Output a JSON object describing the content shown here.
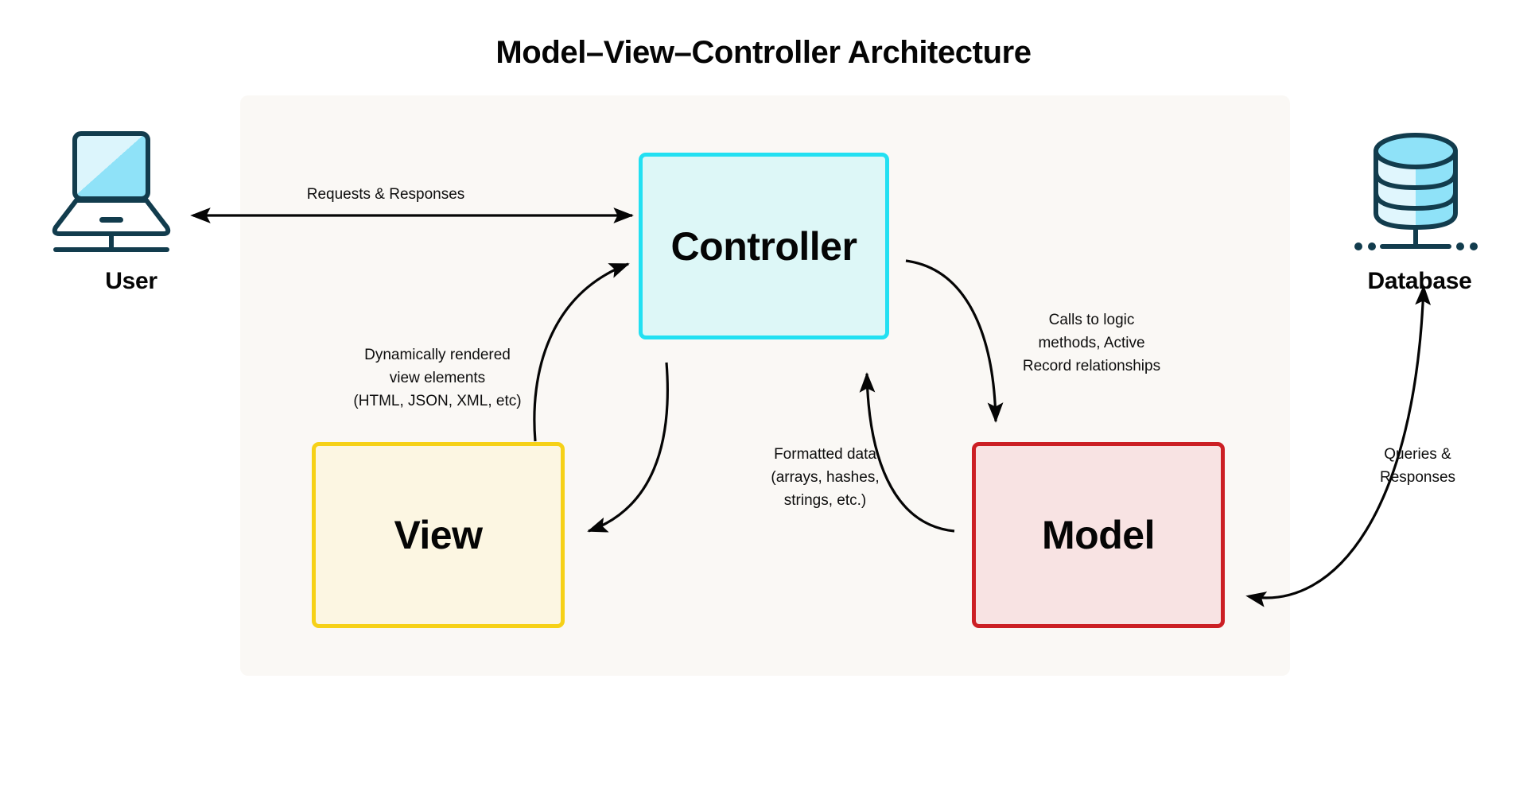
{
  "diagram": {
    "title": "Model–View–Controller Architecture",
    "panel_color": "#FAF8F5",
    "nodes": [
      {
        "id": "controller",
        "label": "Controller",
        "border_color": "#22E0F2",
        "fill_color": "#DDF7F7"
      },
      {
        "id": "view",
        "label": "View",
        "border_color": "#F6D117",
        "fill_color": "#FCF6E2"
      },
      {
        "id": "model",
        "label": "Model",
        "border_color": "#CC1F24",
        "fill_color": "#F8E3E3"
      }
    ],
    "external_nodes": [
      {
        "id": "user",
        "label": "User",
        "icon": "laptop-icon",
        "icon_outline_color": "#123C4D",
        "icon_screen_color": "#8EE0F6"
      },
      {
        "id": "database",
        "label": "Database",
        "icon": "database-cylinder-icon",
        "icon_outline_color": "#123C4D",
        "icon_fill_color": "#8EE0F6"
      }
    ],
    "edges": [
      {
        "id": "user-controller",
        "from": "user",
        "to": "controller",
        "label": "Requests & Responses",
        "style": "straight",
        "arrowheads": "both"
      },
      {
        "id": "view-controller",
        "from": "view",
        "to": "controller",
        "label": "Dynamically  rendered\nview elements\n(HTML, JSON, XML, etc)",
        "style": "curved",
        "arrowheads": "end"
      },
      {
        "id": "controller-view",
        "from": "controller",
        "to": "view",
        "label": "",
        "style": "curved",
        "arrowheads": "end"
      },
      {
        "id": "controller-model",
        "from": "controller",
        "to": "model",
        "label": "Calls to logic\nmethods, Active\nRecord relationships",
        "style": "curved",
        "arrowheads": "end"
      },
      {
        "id": "model-controller",
        "from": "model",
        "to": "controller",
        "label": "Formatted data\n(arrays, hashes,\nstrings, etc.)",
        "style": "curved",
        "arrowheads": "end"
      },
      {
        "id": "model-database",
        "from": "model",
        "to": "database",
        "label": "Queries &\nResponses",
        "style": "curved",
        "arrowheads": "both"
      }
    ]
  }
}
